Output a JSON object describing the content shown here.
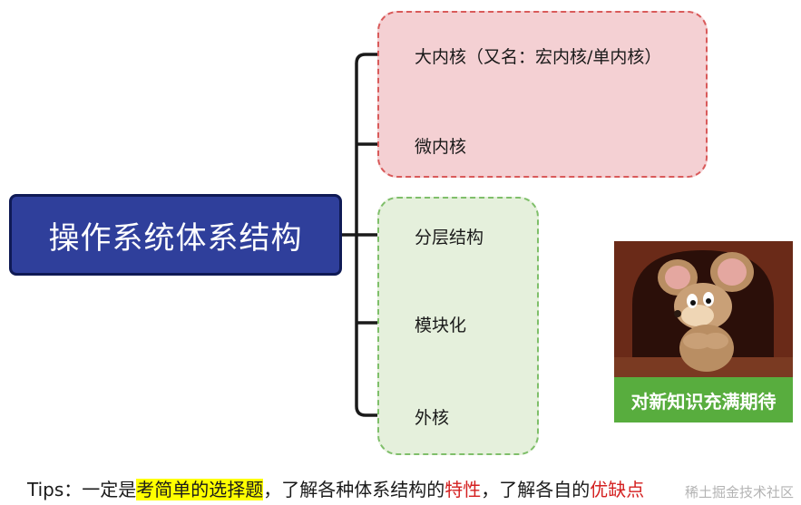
{
  "root": {
    "label": "操作系统体系结构"
  },
  "branches": [
    {
      "label": "大内核（又名：宏内核/单内核）"
    },
    {
      "label": "微内核"
    },
    {
      "label": "分层结构"
    },
    {
      "label": "模块化"
    },
    {
      "label": "外核"
    }
  ],
  "meme": {
    "caption": "对新知识充满期待"
  },
  "tips": {
    "prefix": "Tips：一定是",
    "highlight": "考简单的选择题",
    "mid": "，了解各种体系结构的",
    "red1": "特性",
    "mid2": "，了解各自的",
    "red2": "优缺点"
  },
  "watermark": "稀土掘金技术社区",
  "colors": {
    "root_fill": "#2f3f9b",
    "red_group_fill": "#f4d0d3",
    "green_group_fill": "#e5f0dc",
    "highlight": "#ffff00",
    "emphasis_red": "#d42020"
  }
}
